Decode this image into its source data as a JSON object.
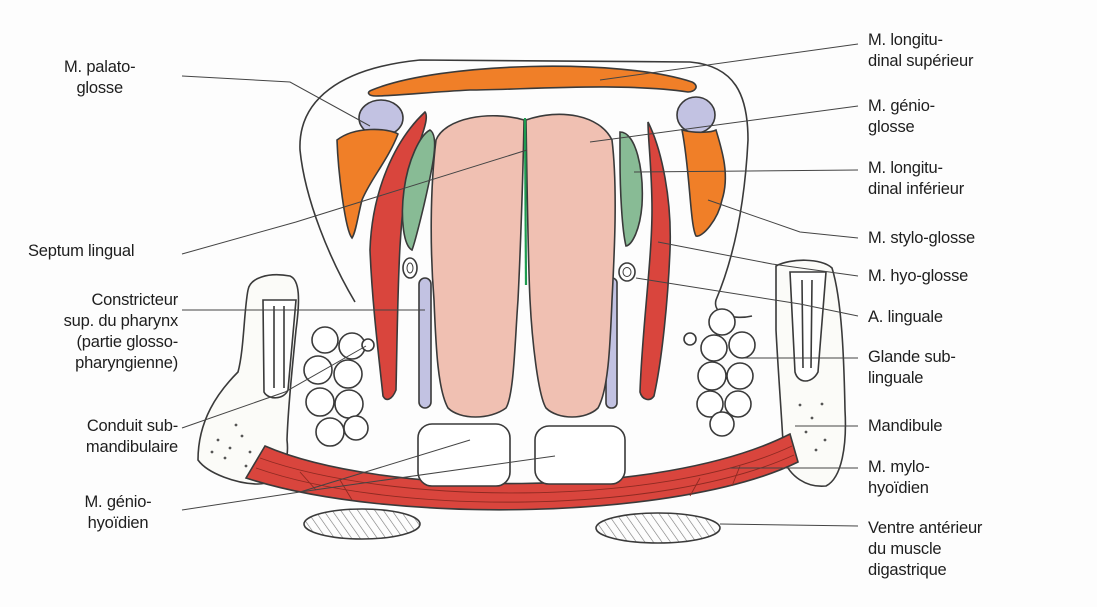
{
  "colors": {
    "orange": "#f07f28",
    "red": "#d9453d",
    "green": "#88bb95",
    "lavender": "#c2c2e2",
    "pink": "#f0c0b2",
    "septum": "#1d9b4f",
    "outline": "#3a3a3a"
  },
  "labels": {
    "palatoglosse": [
      "M. palato-",
      "glosse"
    ],
    "septum": [
      "Septum lingual"
    ],
    "constricteur": [
      "Constricteur",
      "sup. du pharynx",
      "(partie glosso-",
      "pharyngienne)"
    ],
    "conduit": [
      "Conduit sub-",
      "mandibulaire"
    ],
    "geniohyoidien": [
      "M. génio-",
      "hyoïdien"
    ],
    "longitudinal_sup": [
      "M. longitu-",
      "dinal supérieur"
    ],
    "genioglosse": [
      "M. génio-",
      "glosse"
    ],
    "longitudinal_inf": [
      "M. longitu-",
      "dinal inférieur"
    ],
    "styloglosse": [
      "M. stylo-glosse"
    ],
    "hyoglosse": [
      "M. hyo-glosse"
    ],
    "artere": [
      "A. linguale"
    ],
    "glande": [
      "Glande sub-",
      "linguale"
    ],
    "mandibule": [
      "Mandibule"
    ],
    "mylohyoidien": [
      "M. mylo-",
      "hyoïdien"
    ],
    "digastrique": [
      "Ventre antérieur",
      "du muscle",
      "digastrique"
    ]
  }
}
